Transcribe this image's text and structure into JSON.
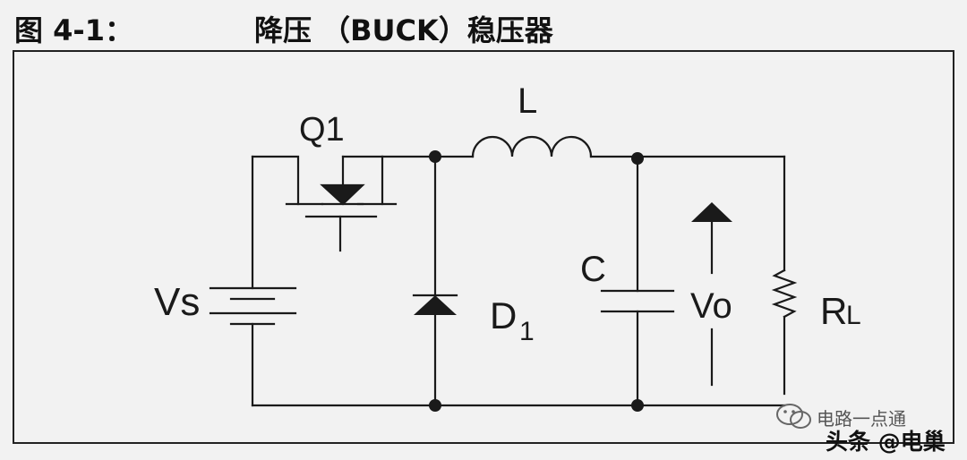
{
  "caption": {
    "figure_label": "图 4-1：",
    "title": "降压 （BUCK）稳压器"
  },
  "components": {
    "switch": "Q1",
    "inductor": "L",
    "diode_letter": "D",
    "diode_sub": "1",
    "capacitor": "C",
    "output": "Vo",
    "load_letter": "R",
    "load_sub": "L",
    "source": "Vs"
  },
  "watermark": {
    "line1": "电路一点通",
    "line2": "头条 @电巢",
    "icon": "wechat-icon"
  }
}
